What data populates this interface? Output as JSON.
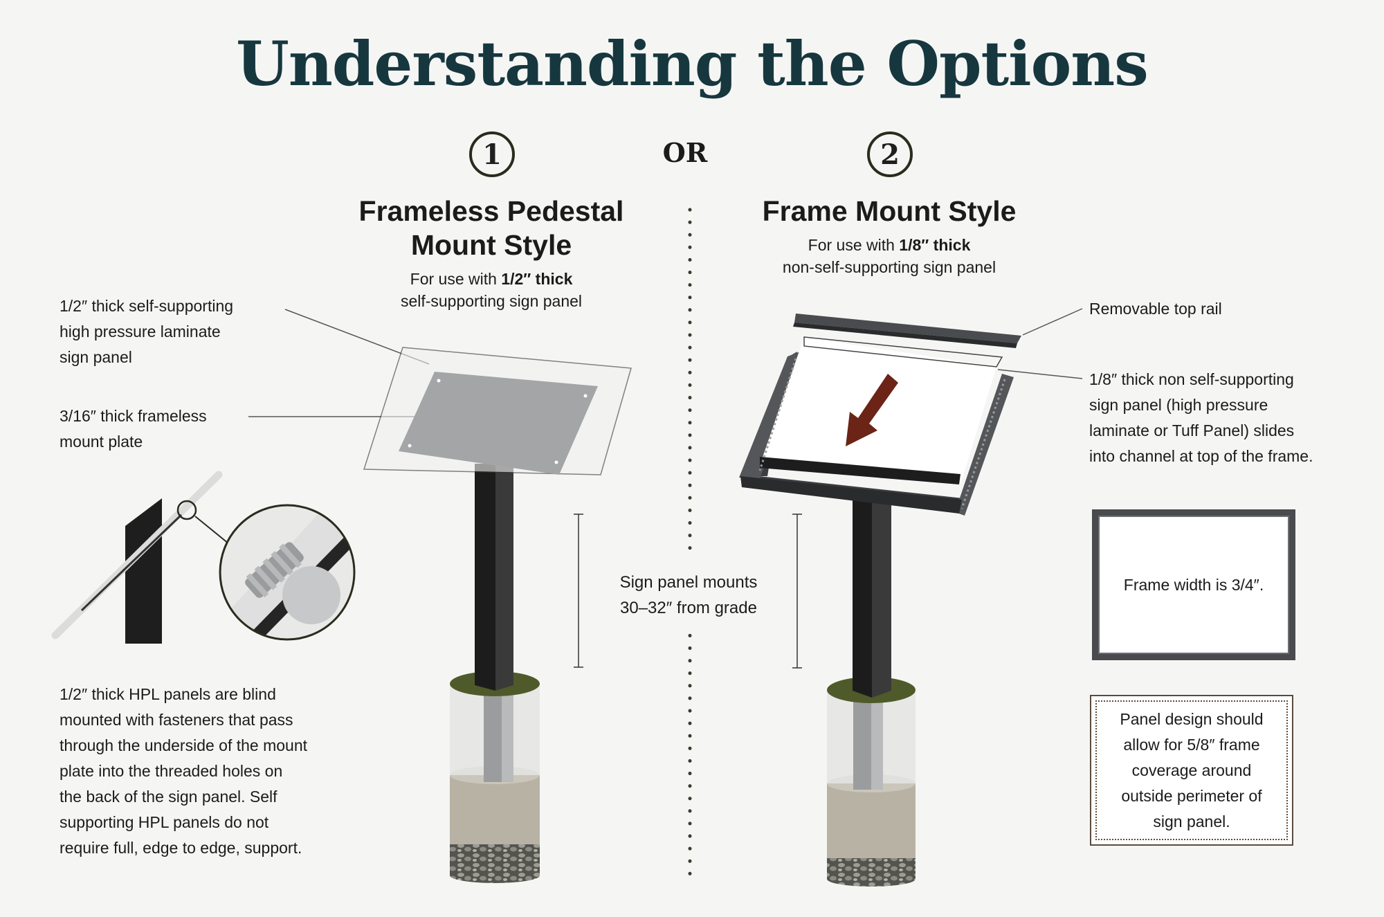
{
  "title": "Understanding the Options",
  "or_label": "OR",
  "option1": {
    "number": "1",
    "title_line1": "Frameless Pedestal",
    "title_line2": "Mount Style",
    "sub_prefix": "For use with ",
    "sub_bold": "1/2″ thick",
    "sub_line2": "self-supporting sign panel",
    "callout_panel": [
      "1/2″ thick self-supporting",
      "high pressure laminate",
      "sign panel"
    ],
    "callout_plate": [
      "3/16″ thick frameless",
      "mount plate"
    ],
    "description": [
      "1/2″ thick HPL panels are blind",
      "mounted with fasteners that pass",
      "through the underside of the mount",
      "plate into the threaded holes on",
      "the back of the sign panel. Self",
      "supporting HPL panels do not",
      "require full, edge to edge, support."
    ]
  },
  "option2": {
    "number": "2",
    "title": "Frame Mount Style",
    "sub_prefix": "For use with ",
    "sub_bold": "1/8″ thick",
    "sub_line2": "non-self-supporting sign panel",
    "callout_rail": "Removable top rail",
    "callout_panel": [
      "1/8″ thick non self-supporting",
      "sign panel (high pressure",
      "laminate or Tuff Panel) slides",
      "into channel at top of the frame."
    ],
    "frame_note": "Frame width is 3/4″.",
    "panel_note": [
      "Panel design should",
      "allow for 5/8″ frame",
      "coverage around",
      "outside perimeter of",
      "sign panel."
    ]
  },
  "mount_note": [
    "Sign panel mounts",
    "30–32″ from grade"
  ],
  "colors": {
    "title": "#17373f",
    "post": "#2b2b2b",
    "plate": "#a4a5a7",
    "grass": "#4f5a2a",
    "concrete": "#b8b2a5",
    "arrow": "#6b2416"
  },
  "icons": [
    "magnifier-detail-icon",
    "down-arrow-icon",
    "pedestal-sign-illustration",
    "frame-mount-sign-illustration"
  ]
}
